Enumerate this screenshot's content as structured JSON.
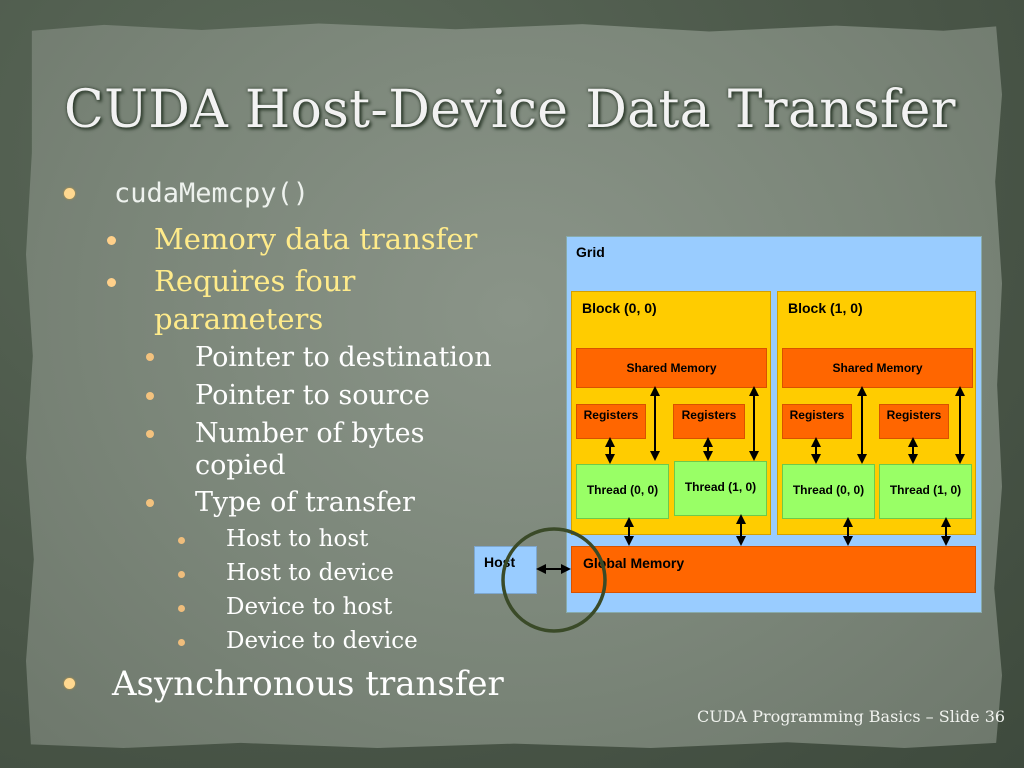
{
  "slide": {
    "title": "CUDA Host-Device Data Transfer",
    "footer": "CUDA Programming Basics – Slide 36"
  },
  "bullets": {
    "l1_function": "cudaMemcpy()",
    "l2_memory": "Memory data transfer",
    "l2_requires_line1": "Requires four",
    "l2_requires_line2": "parameters",
    "l3_dest": "Pointer to destination",
    "l3_src": "Pointer to source",
    "l3_bytes_line1": "Number of bytes",
    "l3_bytes_line2": "copied",
    "l3_type": "Type of transfer",
    "l4_h2h": "Host to host",
    "l4_h2d": "Host to device",
    "l4_d2h": "Device to host",
    "l4_d2d": "Device to device",
    "l1_async": "Asynchronous transfer"
  },
  "diagram": {
    "grid": "Grid",
    "block0": "Block (0, 0)",
    "block1": "Block (1, 0)",
    "shared": "Shared Memory",
    "registers": "Registers",
    "thread00": "Thread (0, 0)",
    "thread10": "Thread (1, 0)",
    "global": "Global Memory",
    "host": "Host"
  },
  "colors": {
    "grid": "#99ccff",
    "block": "#ffcc00",
    "memory": "#ff6600",
    "thread": "#99ff66",
    "highlight_circle": "#3a4a28"
  }
}
